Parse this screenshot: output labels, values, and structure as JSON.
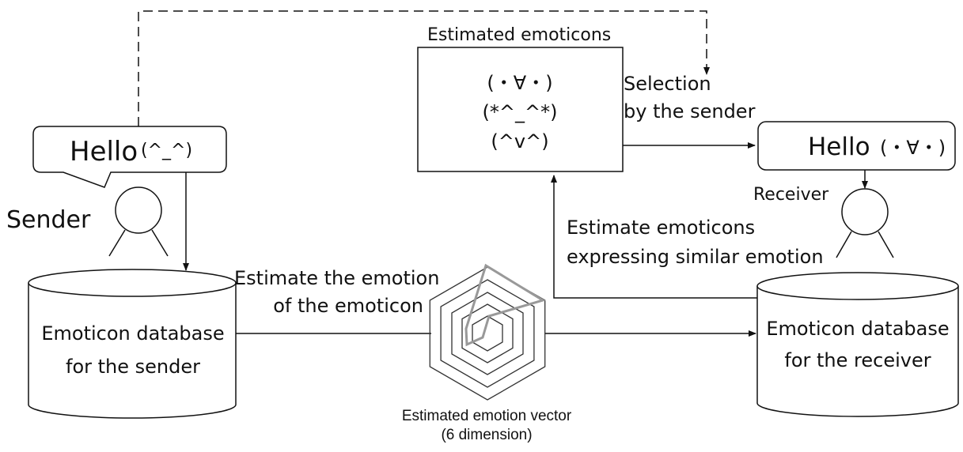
{
  "sender": {
    "message": "Hello",
    "emoticon": "(^_^)",
    "label": "Sender",
    "database_line1": "Emoticon database",
    "database_line2": "for the sender"
  },
  "estimated_emoticons": {
    "title": "Estimated emoticons",
    "items": [
      "(・∀・)",
      "(*^_^*)",
      "(^v^)"
    ]
  },
  "selection": {
    "line1": "Selection",
    "line2": "by the sender"
  },
  "receiver": {
    "message": "Hello",
    "emoticon": "(・∀・)",
    "label": "Receiver",
    "database_line1": "Emoticon database",
    "database_line2": "for the receiver"
  },
  "estimate_emoticons_step": {
    "line1": "Estimate emoticons",
    "line2": "expressing similar emotion"
  },
  "estimate_emotion_step": {
    "line1": "Estimate the emotion",
    "line2": "of the emoticon"
  },
  "emotion_vector": {
    "line1": "Estimated emotion vector",
    "line2": "(6 dimension)"
  }
}
